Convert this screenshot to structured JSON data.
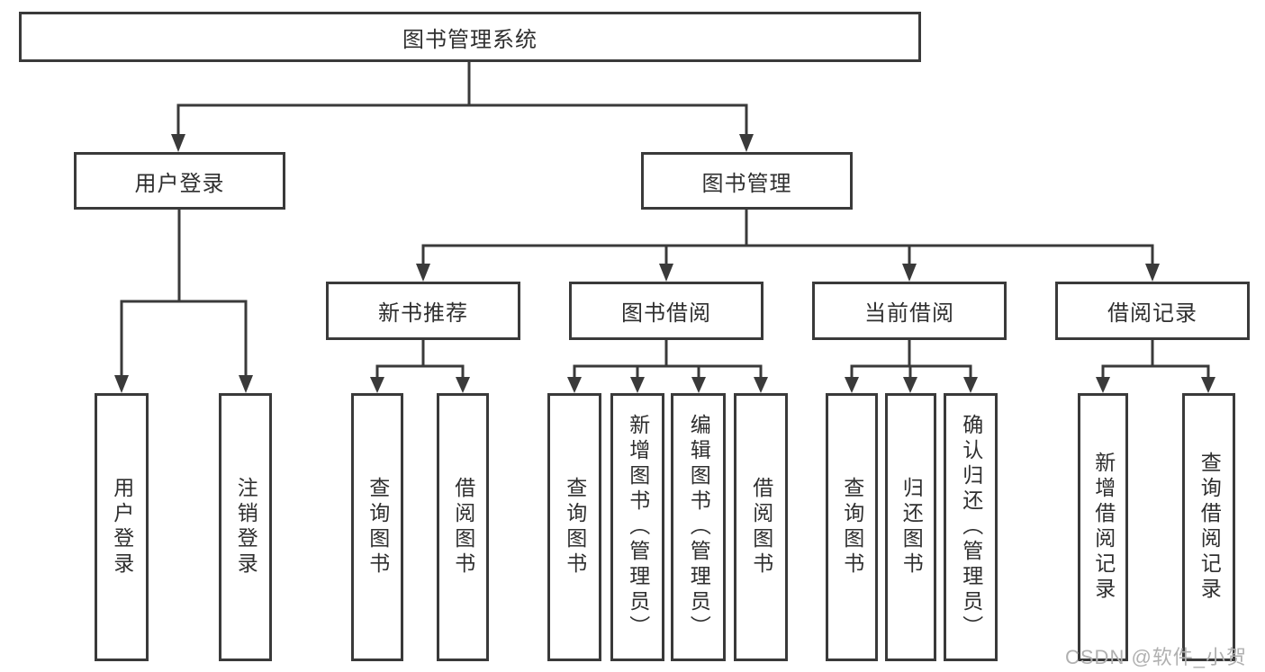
{
  "diagram": {
    "title": "图书管理系统",
    "level1": [
      {
        "id": "user-login",
        "label": "用户登录"
      },
      {
        "id": "book-management",
        "label": "图书管理"
      }
    ],
    "level2": [
      {
        "id": "new-book-recommend",
        "label": "新书推荐"
      },
      {
        "id": "book-borrow",
        "label": "图书借阅"
      },
      {
        "id": "current-borrow",
        "label": "当前借阅"
      },
      {
        "id": "borrow-records",
        "label": "借阅记录"
      }
    ],
    "leaves": [
      {
        "parent": "用户登录",
        "label": "用户登录"
      },
      {
        "parent": "用户登录",
        "label": "注销登录"
      },
      {
        "parent": "新书推荐",
        "label": "查询图书"
      },
      {
        "parent": "新书推荐",
        "label": "借阅图书"
      },
      {
        "parent": "图书借阅",
        "label": "查询图书"
      },
      {
        "parent": "图书借阅",
        "label": "新增图书（管理员）"
      },
      {
        "parent": "图书借阅",
        "label": "编辑图书（管理员）"
      },
      {
        "parent": "图书借阅",
        "label": "借阅图书"
      },
      {
        "parent": "当前借阅",
        "label": "查询图书"
      },
      {
        "parent": "当前借阅",
        "label": "归还图书"
      },
      {
        "parent": "当前借阅",
        "label": "确认归还（管理员）"
      },
      {
        "parent": "借阅记录",
        "label": "新增借阅记录"
      },
      {
        "parent": "借阅记录",
        "label": "查询借阅记录"
      }
    ],
    "watermark": "CSDN @软件_小贺同学",
    "colors": {
      "line": "#3a3a3a",
      "text": "#2f2f2f",
      "watermark": "#b0b0b0",
      "background": "#ffffff"
    }
  }
}
